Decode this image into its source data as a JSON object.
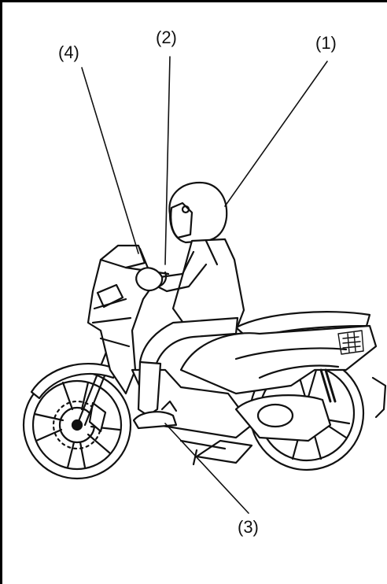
{
  "figure": {
    "callouts": [
      {
        "id": "1",
        "label": "(1)"
      },
      {
        "id": "2",
        "label": "(2)"
      },
      {
        "id": "3",
        "label": "(3)"
      },
      {
        "id": "4",
        "label": "(4)"
      }
    ]
  }
}
